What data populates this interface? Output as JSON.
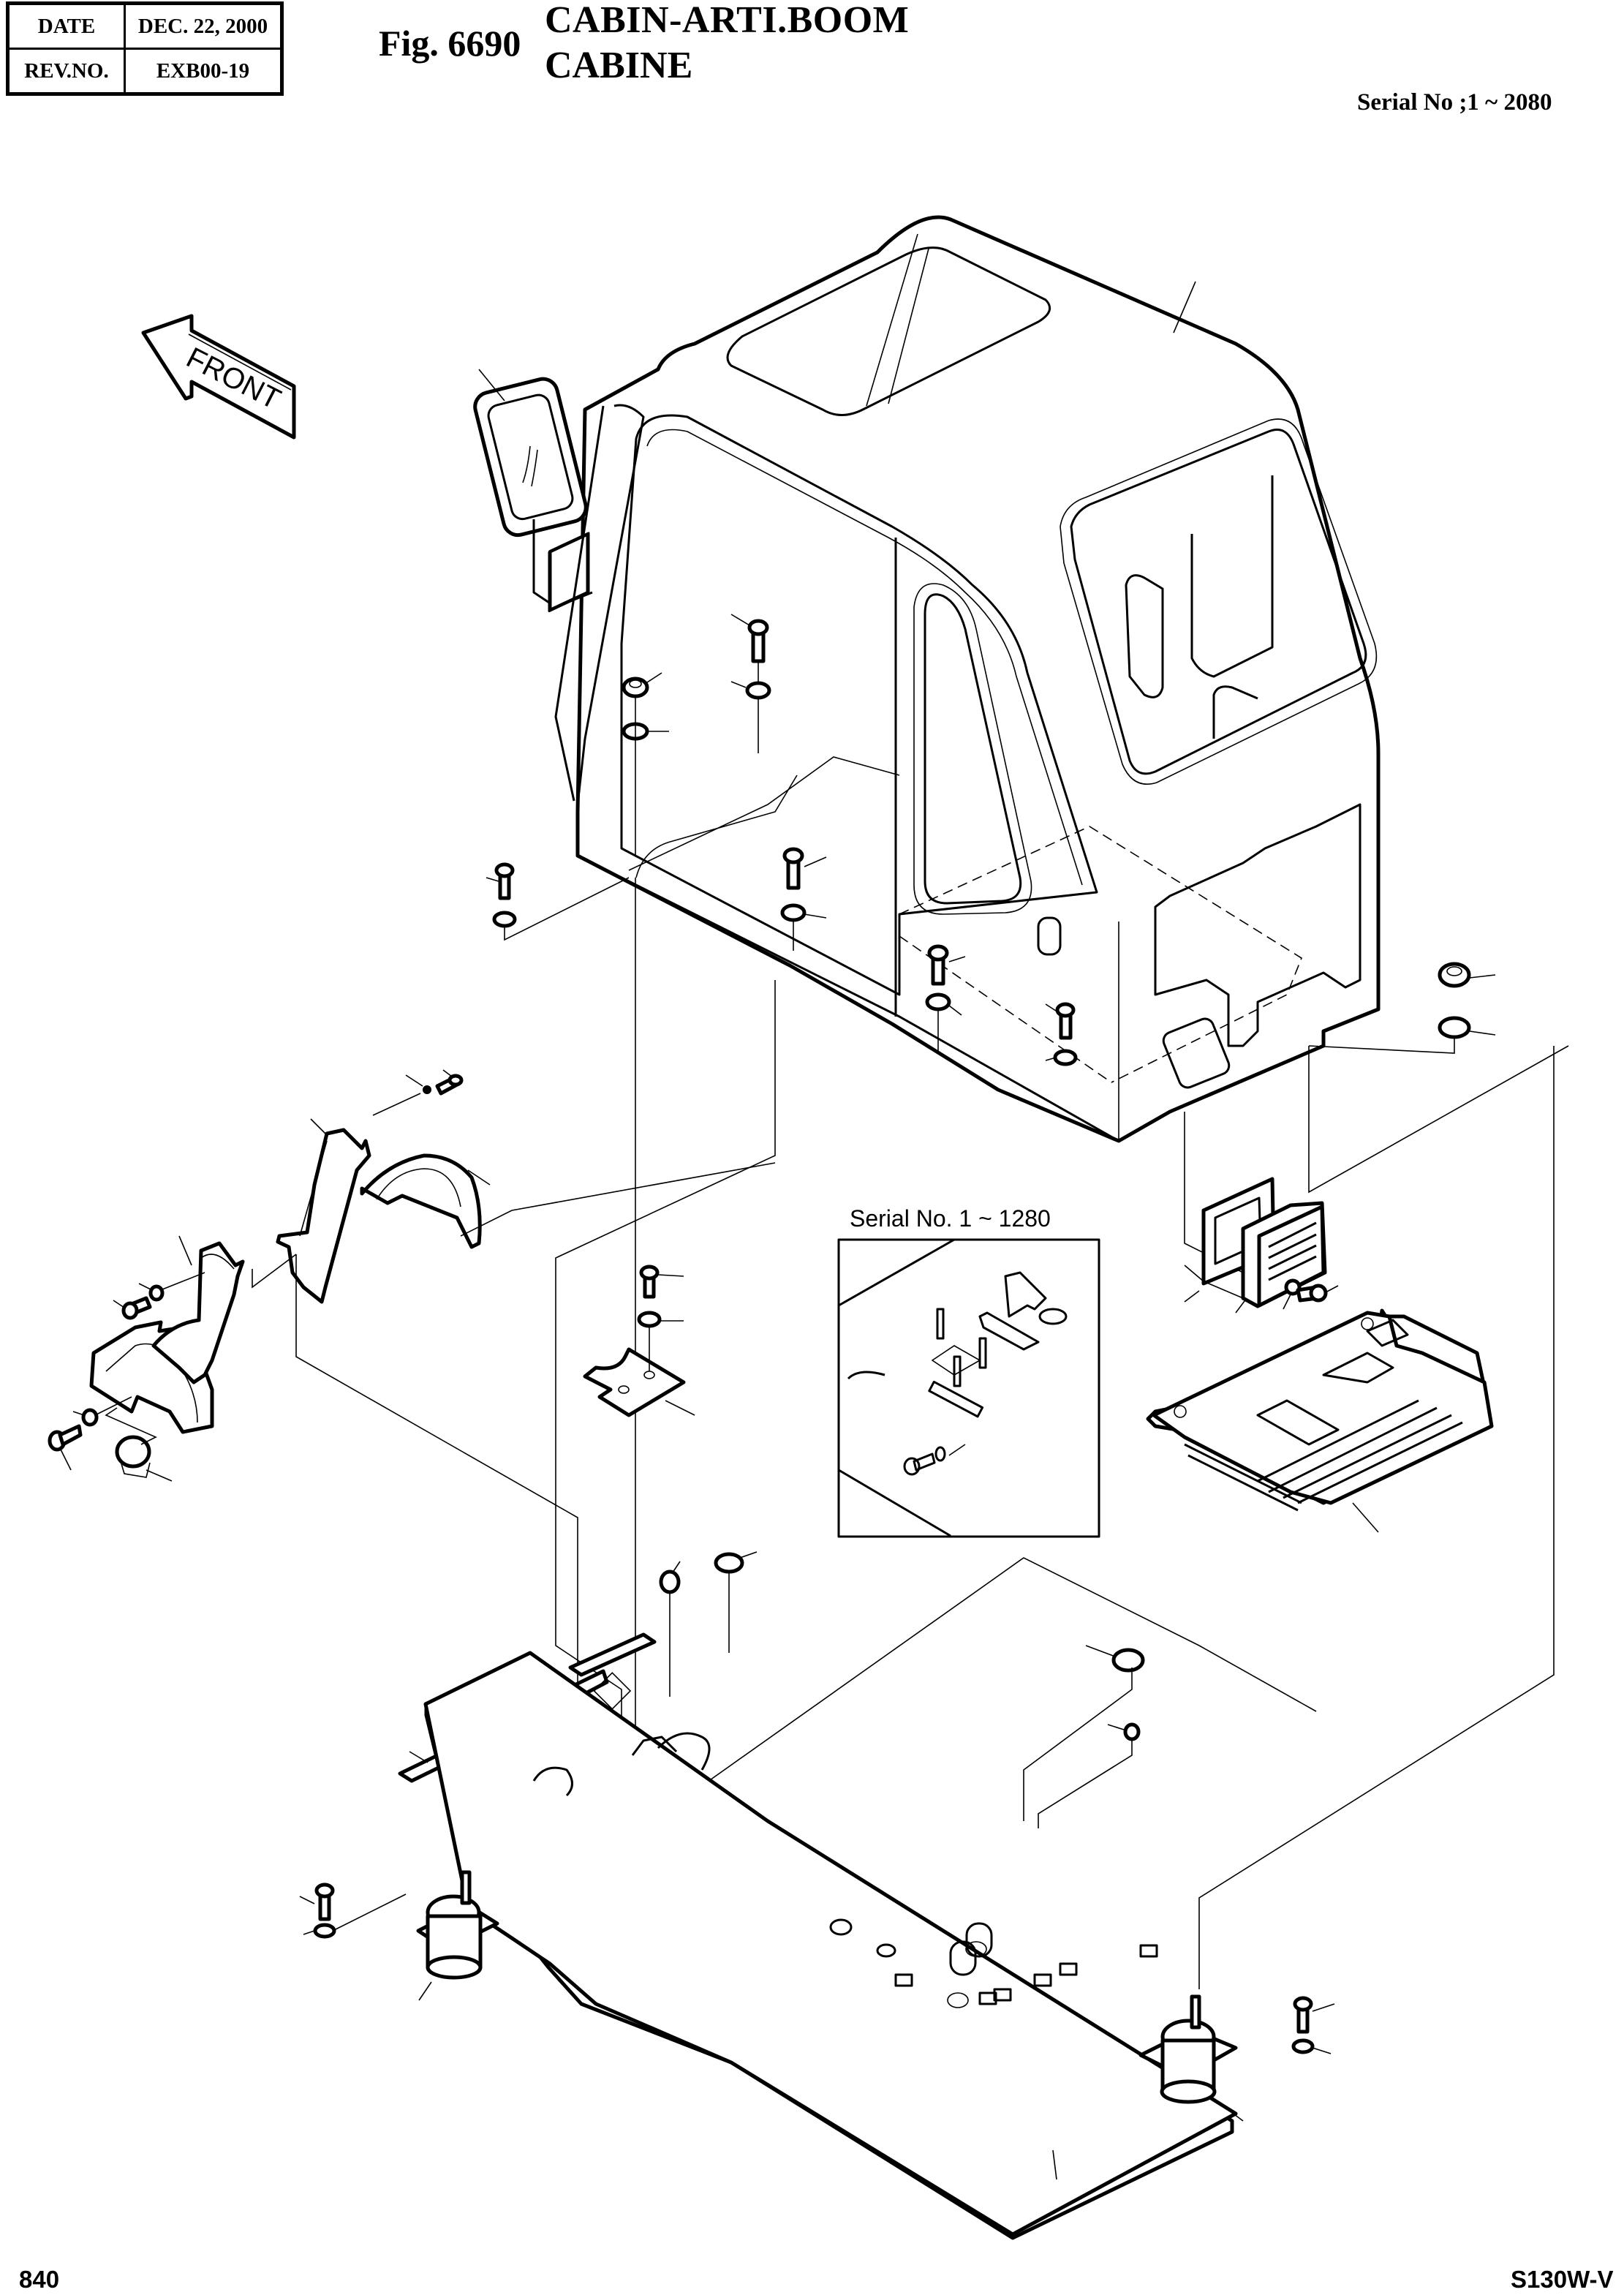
{
  "header": {
    "revision_table": [
      {
        "label": "DATE",
        "value": "DEC. 22, 2000"
      },
      {
        "label": "REV.NO.",
        "value": "EXB00-19"
      }
    ],
    "figure_number": "Fig. 6690",
    "title_line_1": "CABIN-ARTI.BOOM",
    "title_line_2": "CABINE",
    "serial_range": "Serial No ;1 ~ 2080"
  },
  "drawing": {
    "direction_arrow_label": "FRONT",
    "inset_caption": "Serial No. 1 ~ 1280",
    "parts": [
      "cabin-shell",
      "side-mirror",
      "mirror-bracket",
      "cab-mount-bolt",
      "nut",
      "washer",
      "left-trim-pillar",
      "right-trim-pillar",
      "console-cover-front",
      "console-cover-rear",
      "plug-cap",
      "bracket-plate",
      "air-vent-grille",
      "vent-gasket",
      "floor-mat",
      "floor-plate",
      "rubber-grommet",
      "foam-seal-strip",
      "vibration-damper-mount"
    ]
  },
  "footer": {
    "page_number": "840",
    "model": "S130W-V"
  }
}
